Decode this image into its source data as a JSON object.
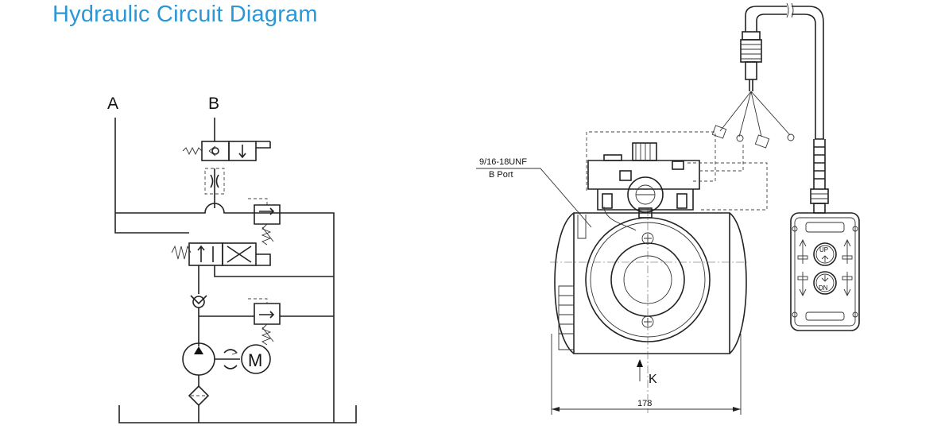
{
  "title": "Hydraulic Circuit Diagram",
  "circuit": {
    "port_a": "A",
    "port_b": "B",
    "motor": "M"
  },
  "drawing": {
    "thread_spec": "9/16-18UNF",
    "port_name": "B Port",
    "view_label": "K",
    "width_dim": "178"
  },
  "pendant": {
    "up_label": "UP",
    "down_label": "DN"
  }
}
